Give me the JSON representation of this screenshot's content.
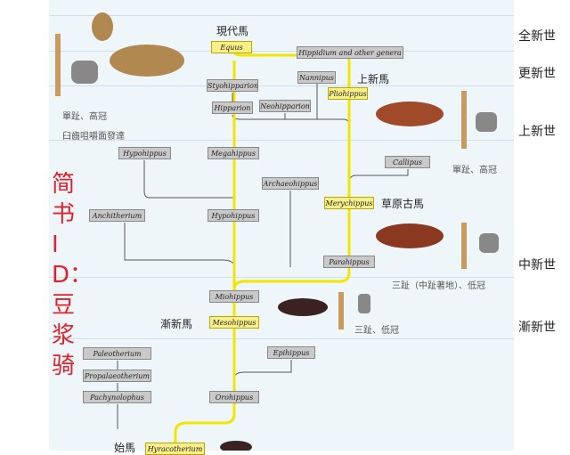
{
  "colors": {
    "main_lineage": "#f2e600",
    "side_lineage": "#555555",
    "panel": "#eef6fa",
    "watermark": "#e0202a"
  },
  "genera": {
    "equus": "Equus",
    "hippidium": "Hippidium and other genera",
    "nannipus": "Nannipus",
    "pliohippus": "Pliohippus",
    "stylohipparion": "Styohipparion",
    "hipparion": "Hipparion",
    "neohipparion": "Neohipparion",
    "hypohippus_top": "Hypohippus",
    "megahippus": "Megahippus",
    "callipus": "Callipus",
    "archaeohippus": "Archaeohippus",
    "merychippus": "Merychippus",
    "anchitherium": "Anchitherium",
    "hypohippus": "Hypohippus",
    "parahippus": "Parahippus",
    "miohippus": "Miohippus",
    "mesohippus": "Mesohippus",
    "paleotherium": "Paleotherium",
    "propalaeotherium": "Propalaeotherium",
    "pachynolophus": "Pachynolophus",
    "epihippus": "Epihippus",
    "orohippus": "Orohippus",
    "hyracotherium": "Hyracotherium"
  },
  "labels": {
    "modern_horse": "現代馬",
    "pliohippus_cn": "上新馬",
    "merychippus_cn": "草原古馬",
    "mesohippus_cn": "漸新馬",
    "hyracotherium_cn": "始馬"
  },
  "notes": {
    "equus_1": "單趾、高冠",
    "equus_2": "臼齒咀嚼面發達",
    "pliohippus": "單趾、高冠",
    "merychippus": "三趾（中趾著地）、低冠",
    "mesohippus": "三趾、低冠"
  },
  "epochs": [
    "全新世",
    "更新世",
    "上新世",
    "中新世",
    "漸新世"
  ],
  "watermark": "简书ID：豆浆骑"
}
